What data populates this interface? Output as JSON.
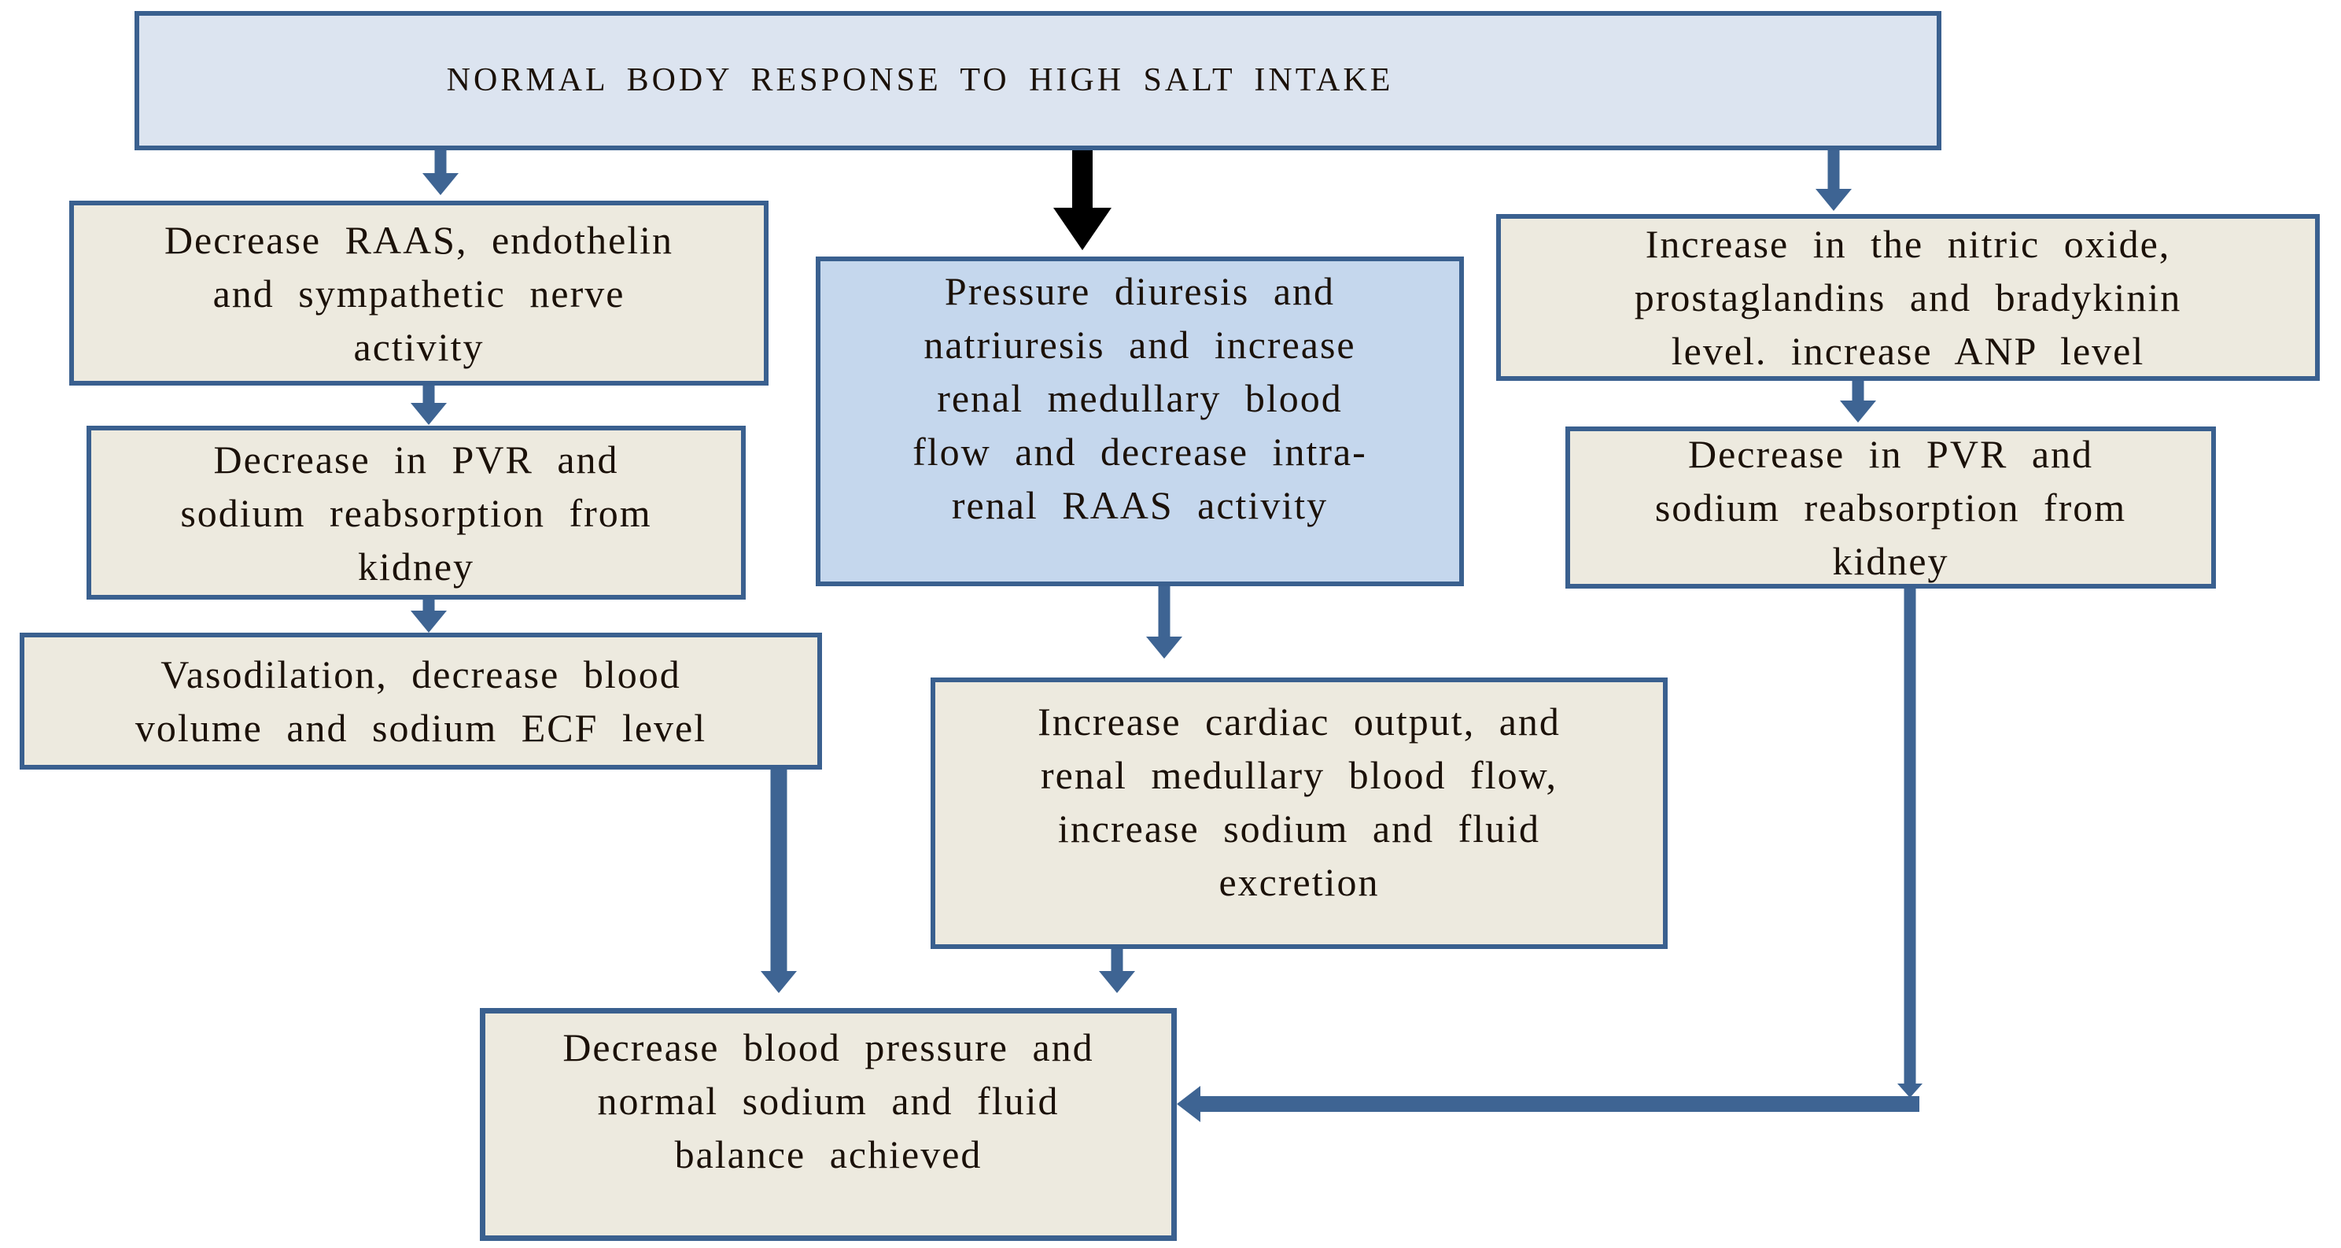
{
  "colors": {
    "border": "#3a608f",
    "arrow": "#3e6493",
    "title-fill": "#dce4f0",
    "center-fill": "#c5d7ed",
    "node-fill": "#edeadf",
    "text": "#1b1109",
    "black-arrow": "#000000",
    "background": "#ffffff"
  },
  "diagram": {
    "title": "NORMAL BODY RESPONSE TO HIGH SALT INTAKE",
    "nodes": {
      "left1": {
        "label": "Decrease RAAS, endothelin\nand sympathetic nerve\nactivity"
      },
      "left2": {
        "label": "Decrease in PVR and\nsodium reabsorption from\nkidney"
      },
      "left3": {
        "label": "Vasodilation, decrease blood\nvolume and sodium ECF level"
      },
      "center1": {
        "label": "Pressure diuresis and\nnatriuresis and increase\nrenal medullary blood\nflow and decrease intra-\nrenal RAAS activity"
      },
      "center2": {
        "label": "Increase cardiac output, and\nrenal medullary blood flow,\nincrease sodium and fluid\nexcretion"
      },
      "right1": {
        "label": "Increase in the nitric oxide,\nprostaglandins and bradykinin\nlevel. increase ANP level"
      },
      "right2": {
        "label": "Decrease in PVR and\nsodium reabsorption from\nkidney"
      },
      "bottom": {
        "label": "Decrease blood pressure and\nnormal sodium and fluid\nbalance achieved"
      }
    },
    "edges": [
      {
        "from": "title",
        "to": "left1",
        "style": "blue"
      },
      {
        "from": "title",
        "to": "center1",
        "style": "bold-black"
      },
      {
        "from": "title",
        "to": "right1",
        "style": "blue"
      },
      {
        "from": "left1",
        "to": "left2",
        "style": "blue"
      },
      {
        "from": "left2",
        "to": "left3",
        "style": "blue"
      },
      {
        "from": "left3",
        "to": "bottom",
        "style": "blue"
      },
      {
        "from": "center1",
        "to": "center2",
        "style": "blue"
      },
      {
        "from": "center2",
        "to": "bottom",
        "style": "blue"
      },
      {
        "from": "right1",
        "to": "right2",
        "style": "blue"
      },
      {
        "from": "right2",
        "to": "bottom",
        "style": "blue-elbow"
      }
    ]
  }
}
